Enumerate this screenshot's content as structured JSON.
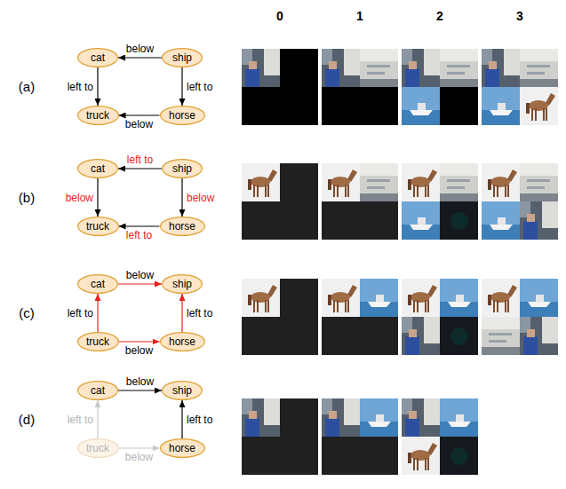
{
  "diagram": {
    "nodes": [
      {
        "text": [
          "cat"
        ]
      },
      {
        "text": [
          "ship"
        ]
      },
      {
        "text": [
          "truck"
        ]
      },
      {
        "text": [
          "horse"
        ]
      },
      {
        "text": [
          "cat"
        ]
      },
      {
        "text": [
          "ship"
        ]
      },
      {
        "text": [
          "truck"
        ]
      },
      {
        "text": [
          "horse"
        ]
      },
      {
        "text": [
          "cat"
        ]
      },
      {
        "text": [
          "ship"
        ]
      },
      {
        "text": [
          "truck"
        ]
      },
      {
        "text": [
          "horse"
        ]
      },
      {
        "text": [
          "cat"
        ]
      },
      {
        "text": [
          "ship"
        ]
      },
      {
        "text": [
          "truck"
        ]
      },
      {
        "text": [
          "horse"
        ]
      }
    ],
    "edges": [
      {
        "from": 1,
        "to": 0,
        "arrow": "to",
        "label": "below"
      },
      {
        "from": 0,
        "to": 2,
        "arrow": "to",
        "label": "left to"
      },
      {
        "from": 1,
        "to": 3,
        "arrow": "to",
        "label": "left to"
      },
      {
        "from": 3,
        "to": 2,
        "arrow": "to",
        "label": "below"
      },
      {
        "from": 5,
        "to": 4,
        "arrow": "to",
        "label": "left to"
      },
      {
        "from": 4,
        "to": 6,
        "arrow": "to",
        "label": "below"
      },
      {
        "from": 5,
        "to": 7,
        "arrow": "to",
        "label": "below"
      },
      {
        "from": 7,
        "to": 6,
        "arrow": "to",
        "label": "left to"
      },
      {
        "from": 8,
        "to": 9,
        "arrow": "to",
        "label": "below"
      },
      {
        "from": 10,
        "to": 8,
        "arrow": "to",
        "label": "left to"
      },
      {
        "from": 10,
        "to": 11,
        "arrow": "to",
        "label": "below"
      },
      {
        "from": 11,
        "to": 9,
        "arrow": "to",
        "label": "left to"
      },
      {
        "from": 12,
        "to": 13,
        "arrow": "to",
        "label": "below"
      },
      {
        "from": 14,
        "to": 12,
        "arrow": "to",
        "label": "left to"
      },
      {
        "from": 14,
        "to": 15,
        "arrow": "to",
        "label": "below"
      },
      {
        "from": 15,
        "to": 13,
        "arrow": "to",
        "label": "left to"
      }
    ],
    "labels": [
      "(a)",
      "(b)",
      "(c)",
      "(d)",
      "0",
      "1",
      "2",
      "3"
    ]
  }
}
